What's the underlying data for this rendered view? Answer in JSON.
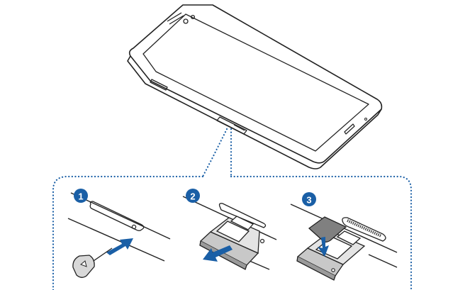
{
  "steps": [
    {
      "number": "1"
    },
    {
      "number": "2"
    },
    {
      "number": "3"
    }
  ],
  "colors": {
    "accent": "#1a5fa6",
    "outline": "#222222",
    "sim_card": "#808080",
    "tray": "#c8c8c8",
    "eject_pin": "#d8d8d8"
  }
}
